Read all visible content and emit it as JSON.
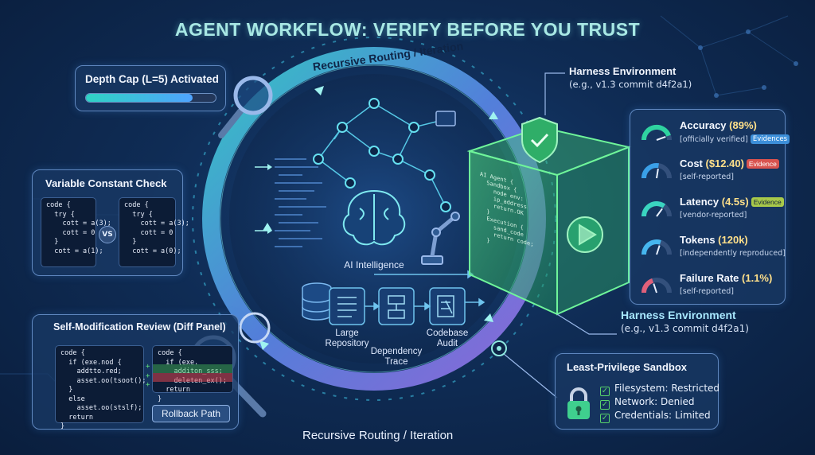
{
  "title": "AGENT WORKFLOW: VERIFY BEFORE YOU TRUST",
  "loop": {
    "top_label": "Recursive Routing / Iteration",
    "bottom_label": "Recursive Routing / Iteration"
  },
  "depth_cap": {
    "label": "Depth Cap (L=5) Activated",
    "progress": 0.82
  },
  "variable_check": {
    "title": "Variable Constant Check",
    "left_code": [
      "code {",
      "  try {",
      "    cott = a(3);",
      "    cott = 0",
      "  }",
      "  cott = a(1);"
    ],
    "vs": "VS",
    "right_code": [
      "code {",
      "  try {",
      "    cott = a(3);",
      "    cott = 0",
      "  }",
      "  cott = a(0);"
    ]
  },
  "self_mod": {
    "title": "Self-Modification Review (Diff Panel)",
    "left_code": [
      "code {",
      "  if (exe.nod {",
      "    addtto.red;",
      "    asset.oo(tsoot();",
      "  }",
      "  else",
      "    asset.oo(stslf);",
      "  return",
      "}"
    ],
    "right_code": [
      "code {",
      "  if (exe.",
      "    additon_sss;",
      "    deleten_ex();",
      "  return",
      "}"
    ],
    "rollback": "Rollback Path"
  },
  "center": {
    "ai_label": "AI Intelligence",
    "nodes": [
      {
        "label": "Large\nRepository"
      },
      {
        "label": "Dependency\nTrace"
      },
      {
        "label": "Codebase\nAudit"
      }
    ],
    "cube_code": [
      "AI Agent {",
      "  Sandbox {",
      "    node env:",
      "    ip_address",
      "    return.OK",
      "  }",
      "  Execution {",
      "    sand_code",
      "    return code;",
      "  }"
    ]
  },
  "harness_top": {
    "title": "Harness Environment",
    "subtitle": "(e.g., v1.3 commit d4f2a1)"
  },
  "harness_bottom": {
    "title": "Harness Environment",
    "subtitle": "(e.g., v1.3 commit d4f2a1)"
  },
  "metrics": [
    {
      "name": "Accuracy",
      "value": "(89%)",
      "note": "[officially verified]",
      "badge": "Evidences",
      "badge_color": "#3d8fd9",
      "gauge_color": "#2fd3a0",
      "level": 0.89
    },
    {
      "name": "Cost",
      "value": "($12.40)",
      "note": "[self-reported]",
      "badge": "Evidence",
      "badge_color": "#d9534f",
      "gauge_color": "#3aa0e8",
      "level": 0.55
    },
    {
      "name": "Latency",
      "value": "(4.5s)",
      "note": "[vendor-reported]",
      "badge": "Evidence",
      "badge_color": "#a8c94a",
      "gauge_color": "#3ad4c0",
      "level": 0.7
    },
    {
      "name": "Tokens",
      "value": "(120k)",
      "note": "[independently reproduced]",
      "badge": "",
      "badge_color": "",
      "gauge_color": "#46b6ee",
      "level": 0.6
    },
    {
      "name": "Failure Rate",
      "value": "(1.1%)",
      "note": "[self-reported]",
      "badge": "",
      "badge_color": "",
      "gauge_color": "#e0607a",
      "level": 0.4
    }
  ],
  "sandbox": {
    "title": "Least-Privilege Sandbox",
    "items": [
      "Filesystem: Restricted",
      "Network: Denied",
      "Credentials: Limited"
    ]
  },
  "colors": {
    "accent_teal": "#2fd3c4",
    "accent_purple": "#8a6ae0",
    "cube_green": "#4fe07a",
    "panel_border": "#5f87bf"
  }
}
